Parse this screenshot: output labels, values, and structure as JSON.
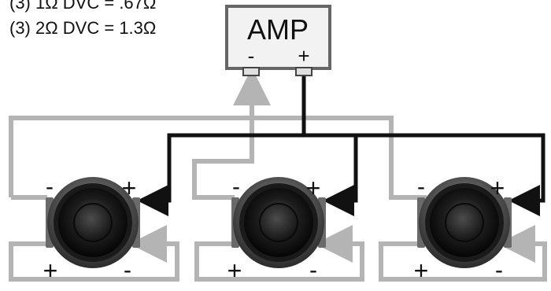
{
  "notes": [
    "(3) 1Ω DVC = .67Ω",
    "(3) 2Ω DVC = 1.3Ω"
  ],
  "amp": {
    "label": "AMP",
    "neg_terminal": "-",
    "pos_terminal": "+"
  },
  "speakers": [
    {
      "id": "left",
      "top_neg": "-",
      "top_pos": "+",
      "bottom_pos": "+",
      "bottom_neg": "-"
    },
    {
      "id": "center",
      "top_neg": "-",
      "top_pos": "+",
      "bottom_pos": "+",
      "bottom_neg": "-"
    },
    {
      "id": "right",
      "top_neg": "-",
      "top_pos": "+",
      "bottom_pos": "+",
      "bottom_neg": "-"
    }
  ],
  "colors": {
    "positive_wire": "#111111",
    "negative_wire": "#b4b4b4",
    "amp_border": "#666666",
    "amp_fill": "#f2f2f2"
  }
}
